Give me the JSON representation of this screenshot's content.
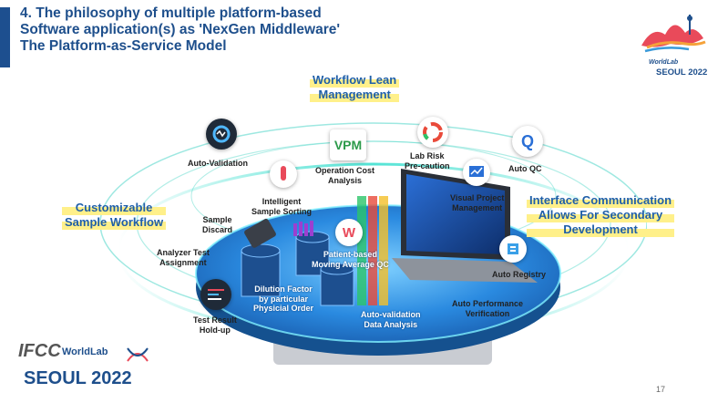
{
  "title": {
    "line1": "4.  The philosophy of multiple platform-based",
    "line2": "Software application(s) as 'NexGen Middleware'",
    "line3": "The Platform-as-Service Model"
  },
  "logo_top": {
    "worldlab": "WorldLab",
    "city": "SEOUL 2022"
  },
  "headings": {
    "workflow_lean": [
      "Workflow Lean",
      "Management"
    ],
    "customizable": [
      "Customizable",
      "Sample Workflow"
    ],
    "interface": [
      "Interface Communication",
      "Allows For Secondary",
      "Development"
    ]
  },
  "features": {
    "auto_validation": "Auto-Validation",
    "operation_cost": [
      "Operation Cost",
      "Analysis"
    ],
    "lab_risk": [
      "Lab Risk",
      "Pre-caution"
    ],
    "auto_qc": "Auto QC",
    "intelligent_sorting": [
      "Intelligent",
      "Sample Sorting"
    ],
    "visual_project": [
      "Visual Project",
      "Management"
    ],
    "sample_discard": [
      "Sample",
      "Discard"
    ],
    "patient_moving_avg": [
      "Patient-based",
      "Moving Average QC"
    ],
    "analyzer_test": [
      "Analyzer Test",
      "Assignment"
    ],
    "auto_registry": "Auto Registry",
    "dilution_factor": [
      "Dilution Factor",
      "by particular",
      "Physicial Order"
    ],
    "auto_perf": [
      "Auto Performance",
      "Verification"
    ],
    "test_result": [
      "Test Result",
      "Hold-up"
    ],
    "auto_val_data": [
      "Auto-validation",
      "Data Analysis"
    ]
  },
  "icons": {
    "vpm": "VPM",
    "auto_qc": "Q"
  },
  "logo_bottom": {
    "ifcc": "IFCC",
    "worldlab": "WorldLab",
    "city": "SEOUL 2022"
  },
  "page_number": "17",
  "colors": {
    "title": "#1e4f8c",
    "heading": "#1f5fa8",
    "highlight": "#fff08a",
    "platform": "#2a7fd0"
  }
}
